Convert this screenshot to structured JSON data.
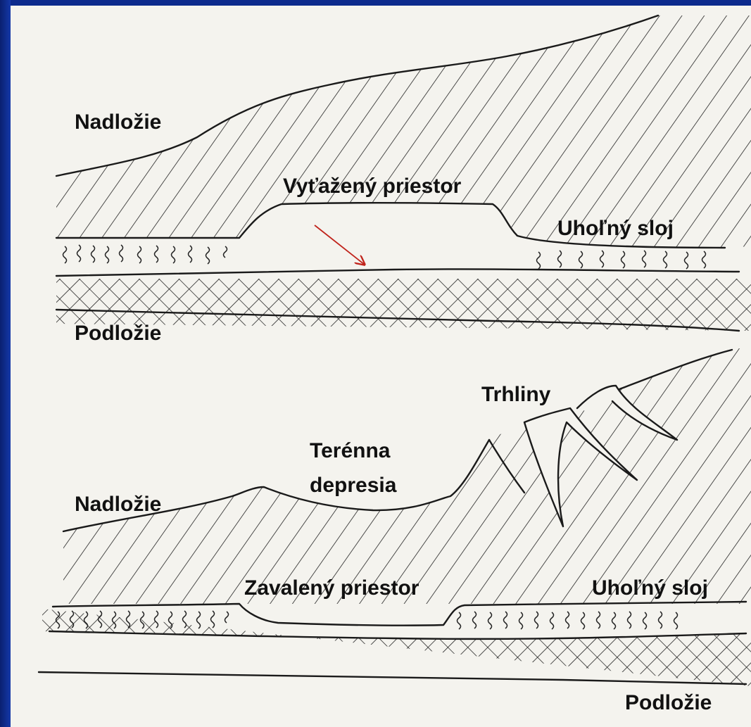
{
  "top_section": {
    "overburden": "Nadložie",
    "extracted_space": "Vyťažený priestor",
    "coal_seam": "Uhoľný sloj",
    "bedrock": "Podložie"
  },
  "bottom_section": {
    "cracks": "Trhliny",
    "terrain_depression_line1": "Terénna",
    "terrain_depression_line2": "depresia",
    "overburden": "Nadložie",
    "collapsed_space": "Zavalený priestor",
    "coal_seam": "Uhoľný sloj",
    "bedrock": "Podložie"
  },
  "colors": {
    "slide_background": "#0c2a8c",
    "paper": "#f4f3ee",
    "ink": "#1a1a1a",
    "arrow": "#c0231b"
  }
}
